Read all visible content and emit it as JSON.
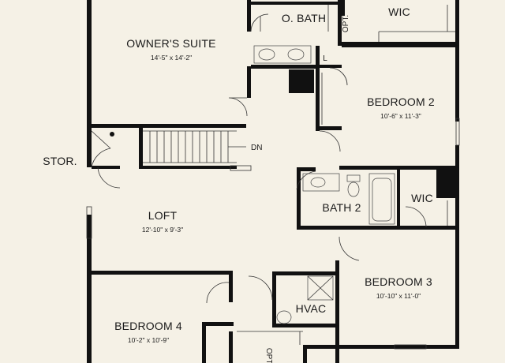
{
  "rooms": {
    "owners_suite": {
      "name": "OWNER'S SUITE",
      "dims": "14'-5\" x 14'-2\""
    },
    "o_bath": {
      "name": "O. BATH"
    },
    "wic_top": {
      "name": "WIC"
    },
    "opt_top": {
      "name": "OPT."
    },
    "linen": {
      "name": "L"
    },
    "bedroom2": {
      "name": "BEDROOM 2",
      "dims": "10'-6\" x 11'-3\""
    },
    "stor": {
      "name": "STOR."
    },
    "dn": {
      "name": "DN"
    },
    "loft": {
      "name": "LOFT",
      "dims": "12'-10\" x 9'-3\""
    },
    "bath2": {
      "name": "BATH 2"
    },
    "wic_mid": {
      "name": "WIC"
    },
    "bedroom3": {
      "name": "BEDROOM 3",
      "dims": "10'-10\" x 11'-0\""
    },
    "hvac": {
      "name": "HVAC"
    },
    "bedroom4": {
      "name": "BEDROOM 4",
      "dims": "10'-2\" x 10'-9\""
    },
    "opt_bottom": {
      "name": "OPT."
    }
  },
  "colors": {
    "background": "#f5f1e6",
    "wall": "#111111",
    "line": "#333333"
  }
}
